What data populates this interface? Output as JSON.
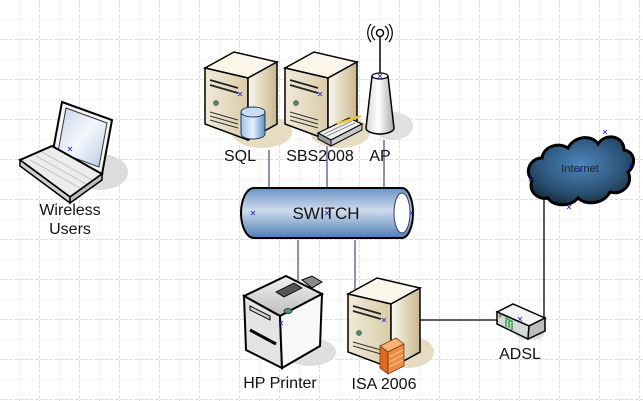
{
  "diagram": {
    "type": "network-topology",
    "nodes": [
      {
        "id": "wireless-users",
        "label_lines": [
          "Wireless",
          "Users"
        ],
        "icon": "laptop-icon"
      },
      {
        "id": "sql",
        "label": "SQL",
        "icon": "database-server-icon"
      },
      {
        "id": "sbs2008",
        "label": "SBS2008",
        "icon": "server-with-hub-icon"
      },
      {
        "id": "ap",
        "label": "AP",
        "icon": "wireless-access-point-icon"
      },
      {
        "id": "switch",
        "label": "SWITCH",
        "icon": "switch-cylinder-icon"
      },
      {
        "id": "internet",
        "label": "Internet",
        "icon": "cloud-icon"
      },
      {
        "id": "hp-printer",
        "label": "HP Printer",
        "icon": "printer-icon"
      },
      {
        "id": "isa2006",
        "label": "ISA 2006",
        "icon": "firewall-server-icon"
      },
      {
        "id": "adsl",
        "label": "ADSL",
        "icon": "modem-icon"
      }
    ],
    "edges": [
      {
        "from": "sql",
        "to": "switch"
      },
      {
        "from": "sbs2008",
        "to": "switch"
      },
      {
        "from": "ap",
        "to": "switch"
      },
      {
        "from": "switch",
        "to": "hp-printer"
      },
      {
        "from": "switch",
        "to": "isa2006"
      },
      {
        "from": "isa2006",
        "to": "adsl"
      },
      {
        "from": "adsl",
        "to": "internet"
      }
    ],
    "colors": {
      "grid": "#c0c0c0",
      "lan_line": "#6a6a9a",
      "wan_line": "#000000",
      "switch_fill": "#8fb0d6",
      "cloud_fill": "#2f5a80",
      "server_fill": "#e8dfc8",
      "firewall": "#f07a30",
      "selection_marker": "#1a1acc"
    }
  }
}
